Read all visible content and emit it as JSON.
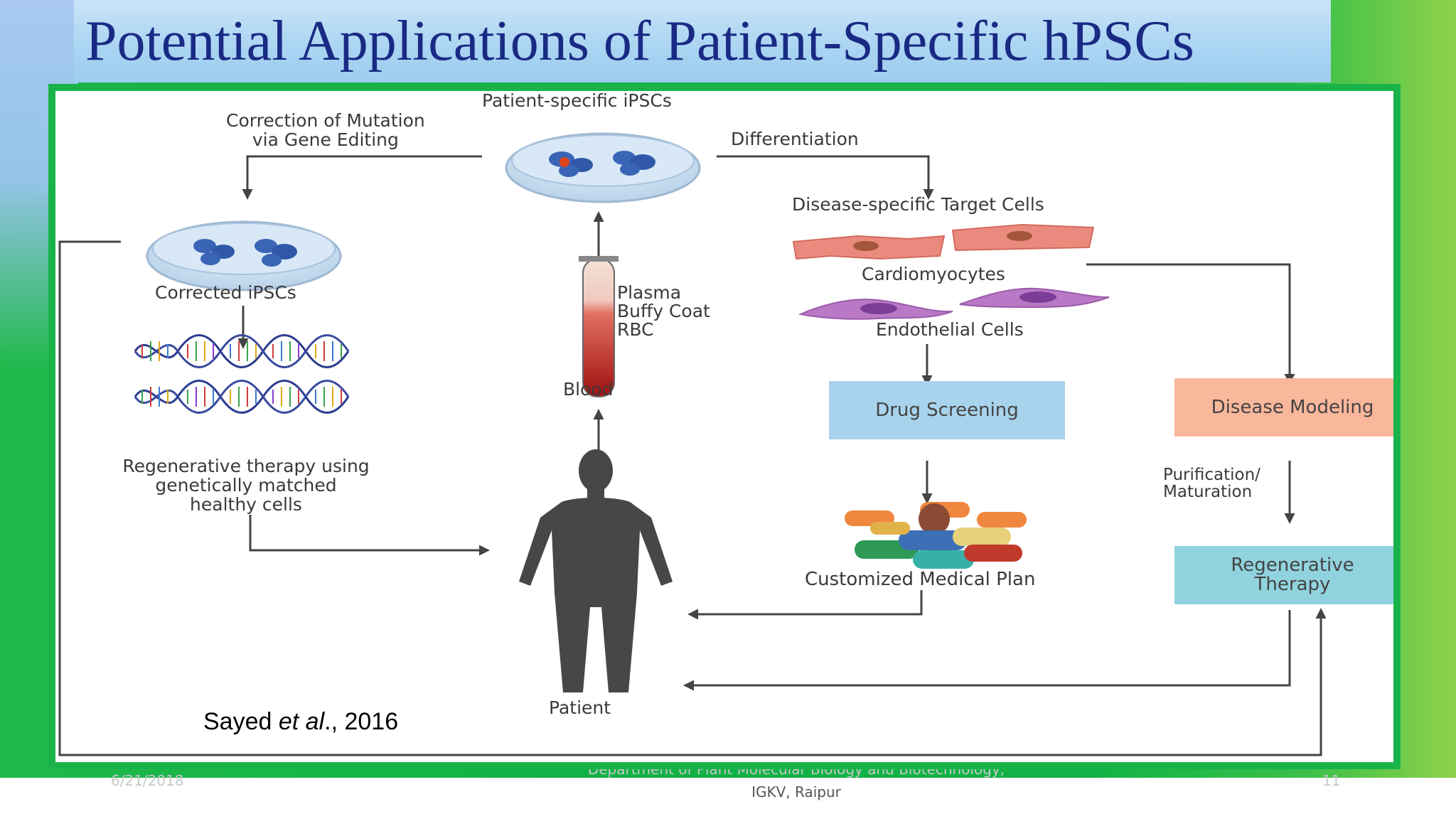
{
  "slide": {
    "title": "Potential Applications of Patient-Specific hPSCs",
    "footer": {
      "date": "6/21/2018",
      "department": "Department of Plant Molecular Biology and Biotechnology,",
      "institution": "IGKV, Raipur",
      "page_number": "11"
    },
    "citation": {
      "author": "Sayed ",
      "etal": "et al",
      "year": "., 2016"
    }
  },
  "diagram": {
    "top_dish_label": "Patient-specific iPSCs",
    "gene_editing_label": "Correction of Mutation\nvia Gene Editing",
    "differentiation_label": "Differentiation",
    "target_cells_label": "Disease-specific Target Cells",
    "cardiomyocytes_label": "Cardiomyocytes",
    "endothelial_label": "Endothelial Cells",
    "corrected_label": "Corrected iPSCs",
    "tube_labels": [
      "Plasma",
      "Buffy Coat",
      "RBC"
    ],
    "blood_label": "Blood",
    "regenerative_healthy_label": "Regenerative therapy using\ngenetically matched\nhealthy cells",
    "patient_label": "Patient",
    "drug_screening": "Drug Screening",
    "disease_modeling": "Disease Modeling",
    "purification_label": "Purification/\nMaturation",
    "regenerative_therapy": "Regenerative\nTherapy",
    "customized_plan": "Customized Medical Plan",
    "colors": {
      "drug_box": "#a8d3ec",
      "disease_box": "#f9b79b",
      "regen_box": "#90d3de",
      "arrow": "#444444"
    }
  }
}
